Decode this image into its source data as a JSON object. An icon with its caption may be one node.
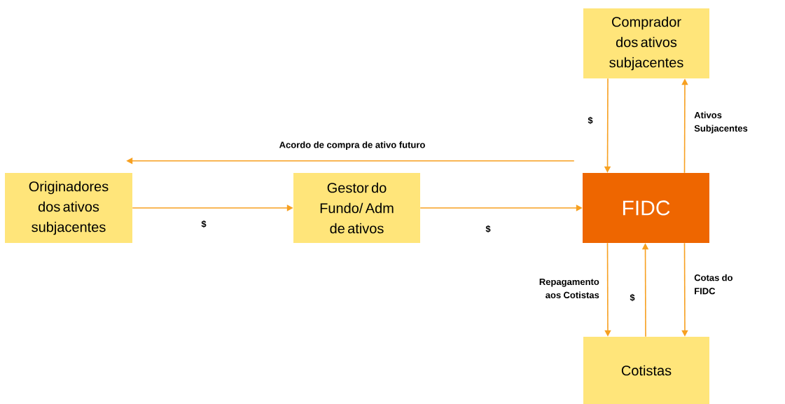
{
  "diagram": {
    "nodes": [
      {
        "text": [
          "Comprador dos ativos subjacentes"
        ]
      },
      {
        "text": [
          "Originadores dos ativos subjacentes"
        ]
      },
      {
        "text": [
          "Gestor do Fundo/ Adm de ativos"
        ]
      },
      {
        "text": [
          "FIDC"
        ]
      },
      {
        "text": [
          "Cotistas"
        ]
      }
    ],
    "edges": [
      {
        "from": 0,
        "to": 3,
        "arrow": "to",
        "label": "$"
      },
      {
        "from": 3,
        "to": 0,
        "arrow": "to",
        "label": "Ativos Subjacentes"
      },
      {
        "from": 3,
        "to": 1,
        "arrow": "to",
        "label": "Acordo de compra de ativo futuro"
      },
      {
        "from": 1,
        "to": 2,
        "arrow": "to",
        "label": "$"
      },
      {
        "from": 2,
        "to": 3,
        "arrow": "to",
        "label": "$"
      },
      {
        "from": 3,
        "to": 4,
        "arrow": "to",
        "label": "Repagamento aos Cotistas"
      },
      {
        "from": 4,
        "to": 3,
        "arrow": "to",
        "label": "$"
      },
      {
        "from": 3,
        "to": 4,
        "arrow": "to",
        "label": "Cotas do FIDC"
      }
    ]
  }
}
